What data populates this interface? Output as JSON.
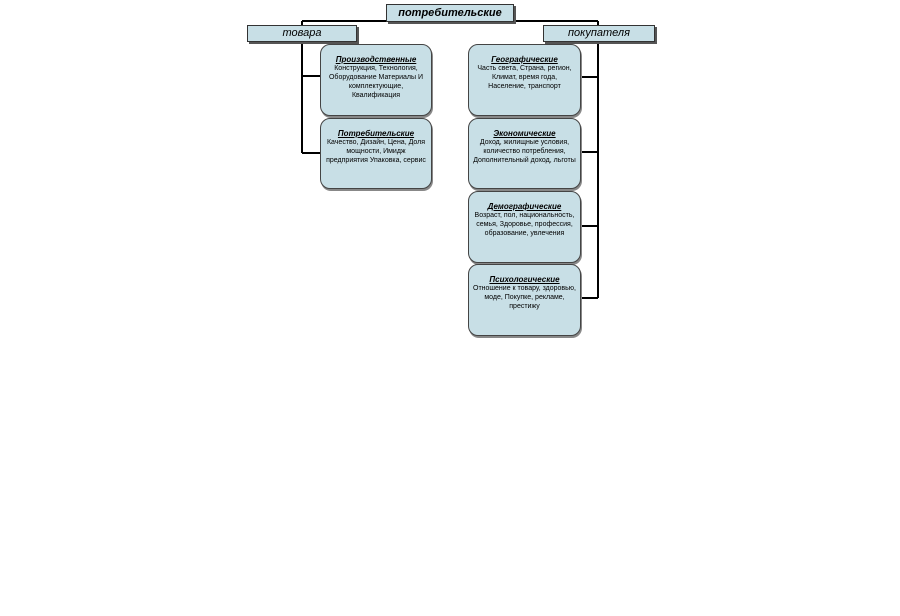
{
  "headers": {
    "top": "потребительские",
    "left": "товара",
    "right": "покупателя"
  },
  "left_cards": [
    {
      "title": "Производственные",
      "body": "Конструкция, Технология, Оборудование Материалы И комплектующие, Квалификация"
    },
    {
      "title": "Потребительские",
      "body": "Качество, Дизайн, Цена, Доля мощности, Имидж предприятия Упаковка, сервис"
    }
  ],
  "right_cards": [
    {
      "title": "Географические",
      "body": "Часть света, Страна, регион, Климат, время года, Население, транспорт"
    },
    {
      "title": "Экономические",
      "body": "Доход, жилищные условия, количество потребления, Дополнительный доход, льготы"
    },
    {
      "title": "Демографические",
      "body": "Возраст, пол, национальность, семья, Здоровье, профессия, образование, увлечения"
    },
    {
      "title": "Психологические",
      "body": "Отношение к товару, здоровью, моде, Покупке, рекламе, престижу"
    }
  ]
}
